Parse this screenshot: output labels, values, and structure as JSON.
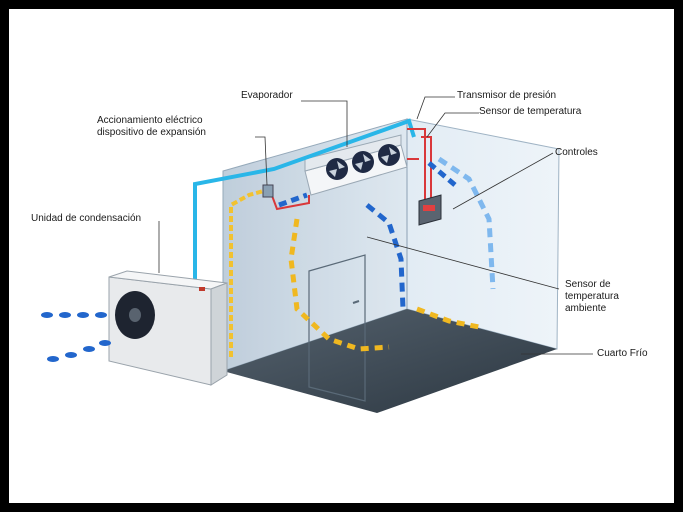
{
  "labels": {
    "evaporador": "Evaporador",
    "transmisor_presion": "Transmisor de presión",
    "sensor_temperatura": "Sensor de temperatura",
    "accionamiento_line1": "Accionamiento eléctrico",
    "accionamiento_line2": "dispositivo de expansión",
    "controles": "Controles",
    "unidad_condensacion": "Unidad de condensación",
    "sensor_ambiente_line1": "Sensor de",
    "sensor_ambiente_line2": "temperatura",
    "sensor_ambiente_line3": "ambiente",
    "cuarto_frio": "Cuarto Frío"
  },
  "colors": {
    "frame_border": "#000000",
    "background": "#ffffff",
    "pipe_cyan": "#29b6e8",
    "pipe_yellow": "#f2c230",
    "pipe_red": "#d9383a",
    "flow_blue": "#2266cc",
    "flow_light_blue": "#7fb8ee",
    "flow_yellow": "#f0b820",
    "room_wall": "#c9d8e6",
    "room_floor": "#3d4a56",
    "condenser_body": "#e8eaec"
  },
  "icons": [
    "evaporator-fan-icon",
    "condenser-fan-icon",
    "controller-box-icon",
    "door-icon"
  ]
}
